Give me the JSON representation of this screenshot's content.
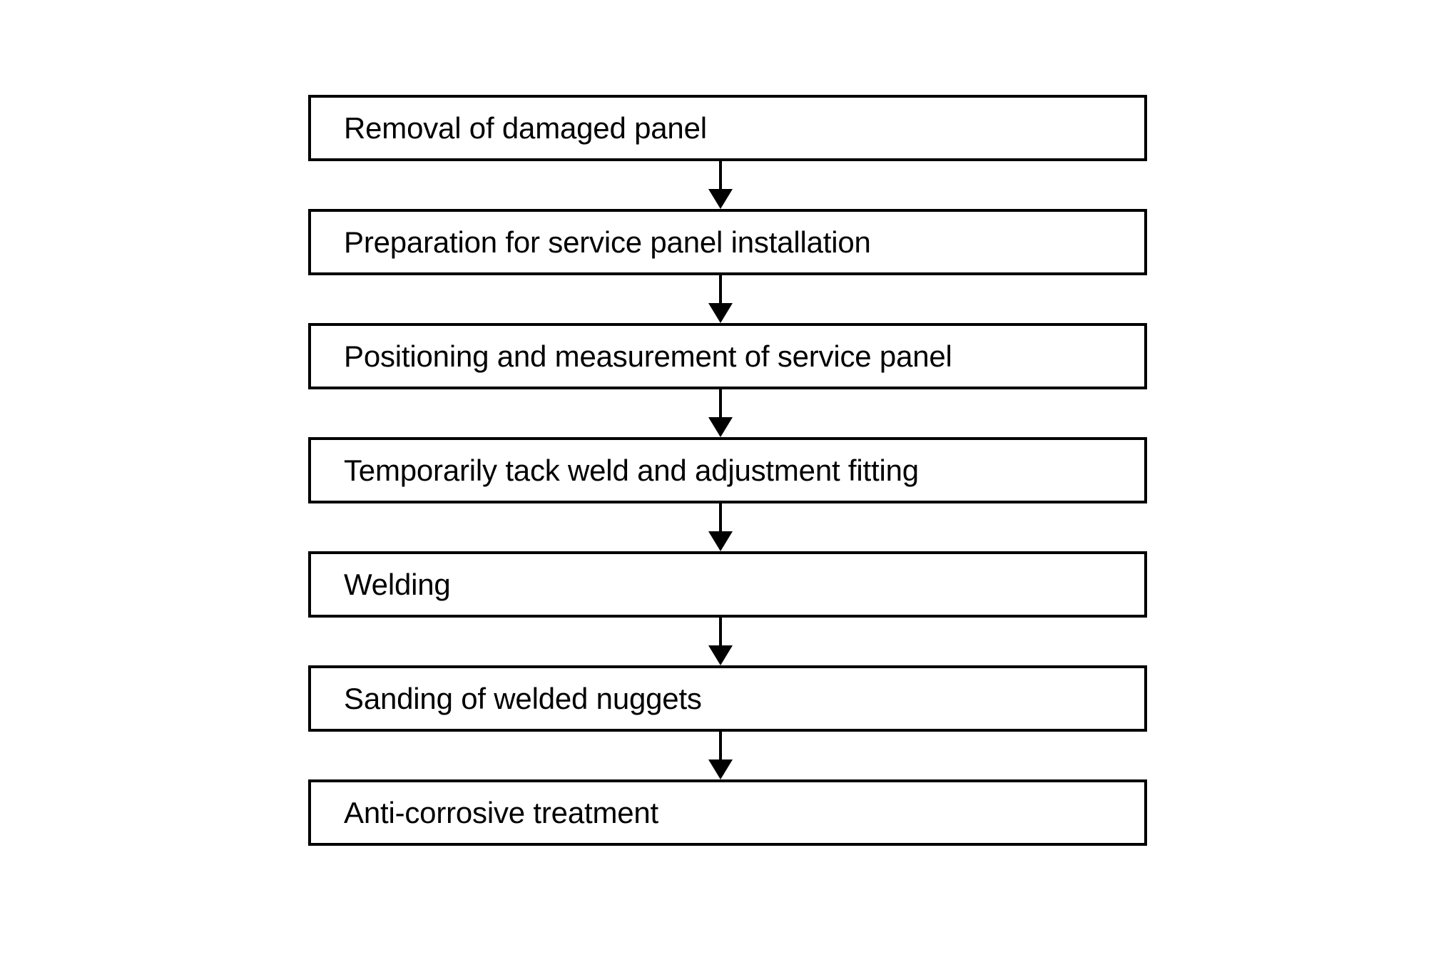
{
  "diagram": {
    "type": "flowchart",
    "orientation": "vertical",
    "title": "",
    "background_color": "#ffffff",
    "box_border_color": "#000000",
    "text_color": "#000000",
    "connector_color": "#000000",
    "connector_icon": "down-arrow-icon",
    "nodes": [
      {
        "id": "step-1",
        "label": "Removal of damaged panel"
      },
      {
        "id": "step-2",
        "label": "Preparation for service panel installation"
      },
      {
        "id": "step-3",
        "label": "Positioning and measurement of service panel"
      },
      {
        "id": "step-4",
        "label": "Temporarily tack weld and adjustment fitting"
      },
      {
        "id": "step-5",
        "label": "Welding"
      },
      {
        "id": "step-6",
        "label": "Sanding of welded nuggets"
      },
      {
        "id": "step-7",
        "label": "Anti-corrosive treatment"
      }
    ],
    "edges": [
      {
        "from": "step-1",
        "to": "step-2"
      },
      {
        "from": "step-2",
        "to": "step-3"
      },
      {
        "from": "step-3",
        "to": "step-4"
      },
      {
        "from": "step-4",
        "to": "step-5"
      },
      {
        "from": "step-5",
        "to": "step-6"
      },
      {
        "from": "step-6",
        "to": "step-7"
      }
    ]
  }
}
